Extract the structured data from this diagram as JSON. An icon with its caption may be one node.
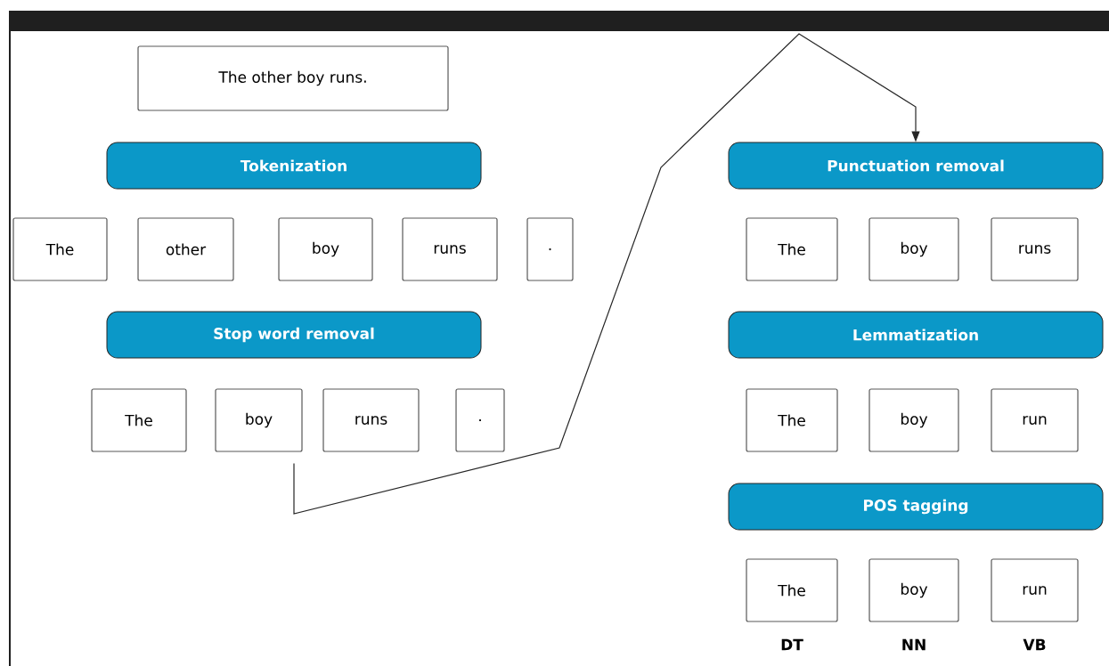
{
  "diagram": {
    "nodes": [
      {
        "text": [
          "The other boy runs."
        ]
      },
      {
        "text": [
          "Tokenization"
        ]
      },
      {
        "text": [
          "The"
        ]
      },
      {
        "text": [
          "other"
        ]
      },
      {
        "text": [
          "boy"
        ]
      },
      {
        "text": [
          "runs"
        ]
      },
      {
        "text": [
          "."
        ]
      },
      {
        "text": [
          "Stop word removal"
        ]
      },
      {
        "text": [
          "The"
        ]
      },
      {
        "text": [
          "boy"
        ]
      },
      {
        "text": [
          "runs"
        ]
      },
      {
        "text": [
          "."
        ]
      },
      {
        "text": [
          "Punctuation removal"
        ]
      },
      {
        "text": [
          "The"
        ]
      },
      {
        "text": [
          "boy"
        ]
      },
      {
        "text": [
          "runs"
        ]
      },
      {
        "text": [
          "Lemmatization"
        ]
      },
      {
        "text": [
          "The"
        ]
      },
      {
        "text": [
          "boy"
        ]
      },
      {
        "text": [
          "run"
        ]
      },
      {
        "text": [
          "POS tagging"
        ]
      },
      {
        "text": [
          "The"
        ],
        "beside": [
          "DT"
        ]
      },
      {
        "text": [
          "boy"
        ],
        "beside": [
          "NN"
        ]
      },
      {
        "text": [
          "run"
        ],
        "beside": [
          "VB"
        ]
      }
    ],
    "edges": [
      {
        "from": 9,
        "to": 12,
        "arrow": "to"
      }
    ]
  }
}
